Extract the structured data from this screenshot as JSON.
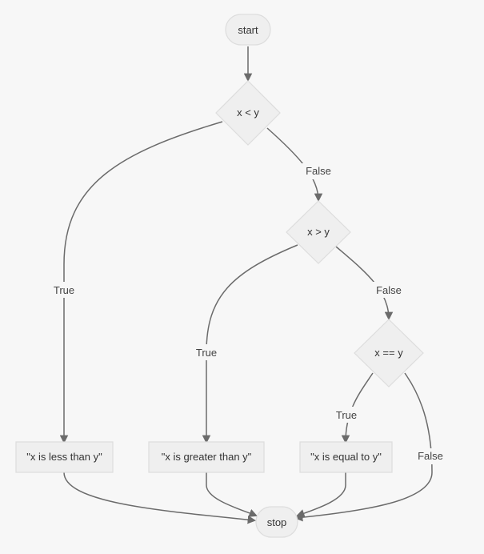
{
  "nodes": {
    "start": "start",
    "cond_lt": "x < y",
    "cond_gt": "x > y",
    "cond_eq": "x == y",
    "out_less": "\"x is less than y\"",
    "out_greater": "\"x is greater than y\"",
    "out_equal": "\"x is equal to y\"",
    "stop": "stop"
  },
  "edge_labels": {
    "lt_true": "True",
    "lt_false": "False",
    "gt_true": "True",
    "gt_false": "False",
    "eq_true": "True",
    "eq_false": "False"
  }
}
